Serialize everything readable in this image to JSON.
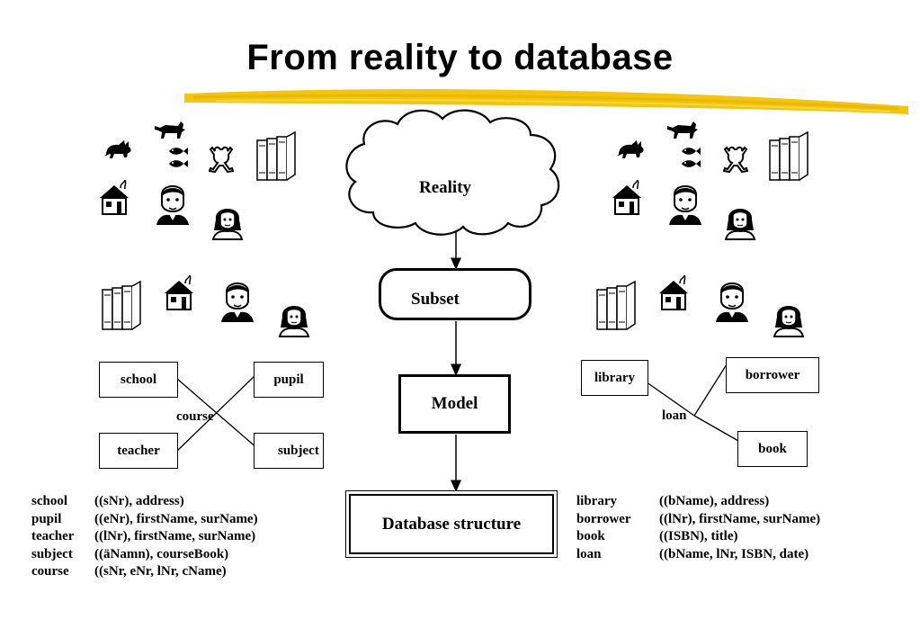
{
  "title": "From reality to database",
  "flow": {
    "reality": "Reality",
    "subset": "Subset",
    "model": "Model",
    "database": "Database structure"
  },
  "left_model": {
    "entities": [
      "school",
      "pupil",
      "teacher",
      "subject"
    ],
    "relationship": "course"
  },
  "right_model": {
    "entities": [
      "library",
      "borrower",
      "book"
    ],
    "relationship": "loan"
  },
  "left_schema": [
    {
      "name": "school",
      "attrs": "((sNr), address)"
    },
    {
      "name": "pupil",
      "attrs": "((eNr), firstName, surName)"
    },
    {
      "name": "teacher",
      "attrs": "((lNr), firstName, surName)"
    },
    {
      "name": "subject",
      "attrs": "((äNamn), courseBook)"
    },
    {
      "name": "course",
      "attrs": "((sNr, eNr, lNr, cName)"
    }
  ],
  "right_schema": [
    {
      "name": "library",
      "attrs": "((bName), address)"
    },
    {
      "name": "borrower",
      "attrs": "((lNr), firstName, surName)"
    },
    {
      "name": "book",
      "attrs": "((ISBN), title)"
    },
    {
      "name": "loan",
      "attrs": "((bName, lNr, ISBN, date)"
    }
  ],
  "colors": {
    "highlight": "#f2c200",
    "ink": "#000000"
  },
  "icons": [
    "cat-icon",
    "dog-icon",
    "fish-icon",
    "frog-icon",
    "books-icon",
    "house-icon",
    "man-icon",
    "woman-icon"
  ]
}
